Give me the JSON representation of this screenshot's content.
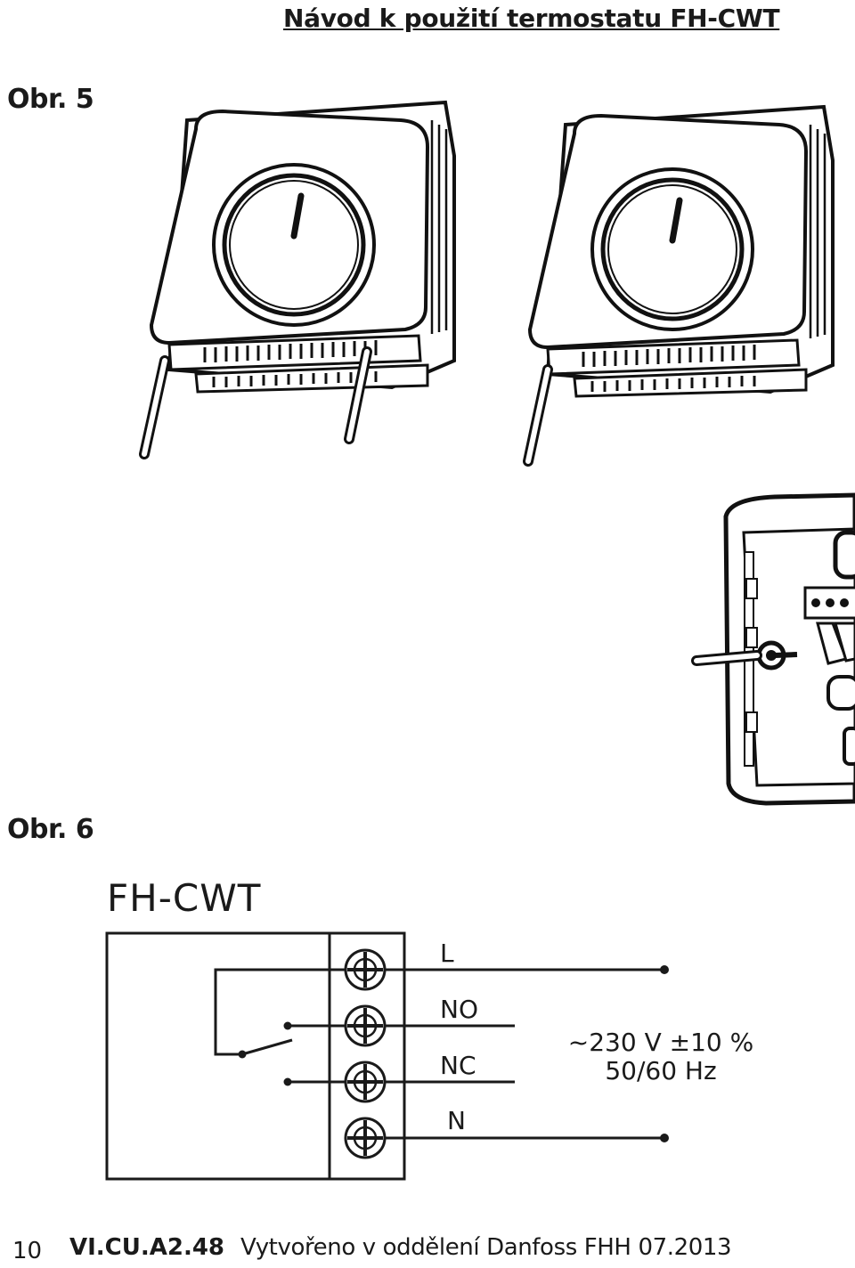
{
  "header": {
    "title": "Návod k použití termostatu FH-CWT"
  },
  "figures": {
    "fig5": "Obr. 5",
    "fig6": "Obr. 6"
  },
  "diagram": {
    "model": "FH-CWT",
    "terminals": [
      "L",
      "NO",
      "NC",
      "N"
    ],
    "supply_voltage": "~230 V ±10 %",
    "supply_frequency": "50/60 Hz"
  },
  "footer": {
    "page_number": "10",
    "doc_code": "VI.CU.A2.48",
    "note": "Vytvořeno v oddělení Danfoss FHH 07.2013"
  }
}
